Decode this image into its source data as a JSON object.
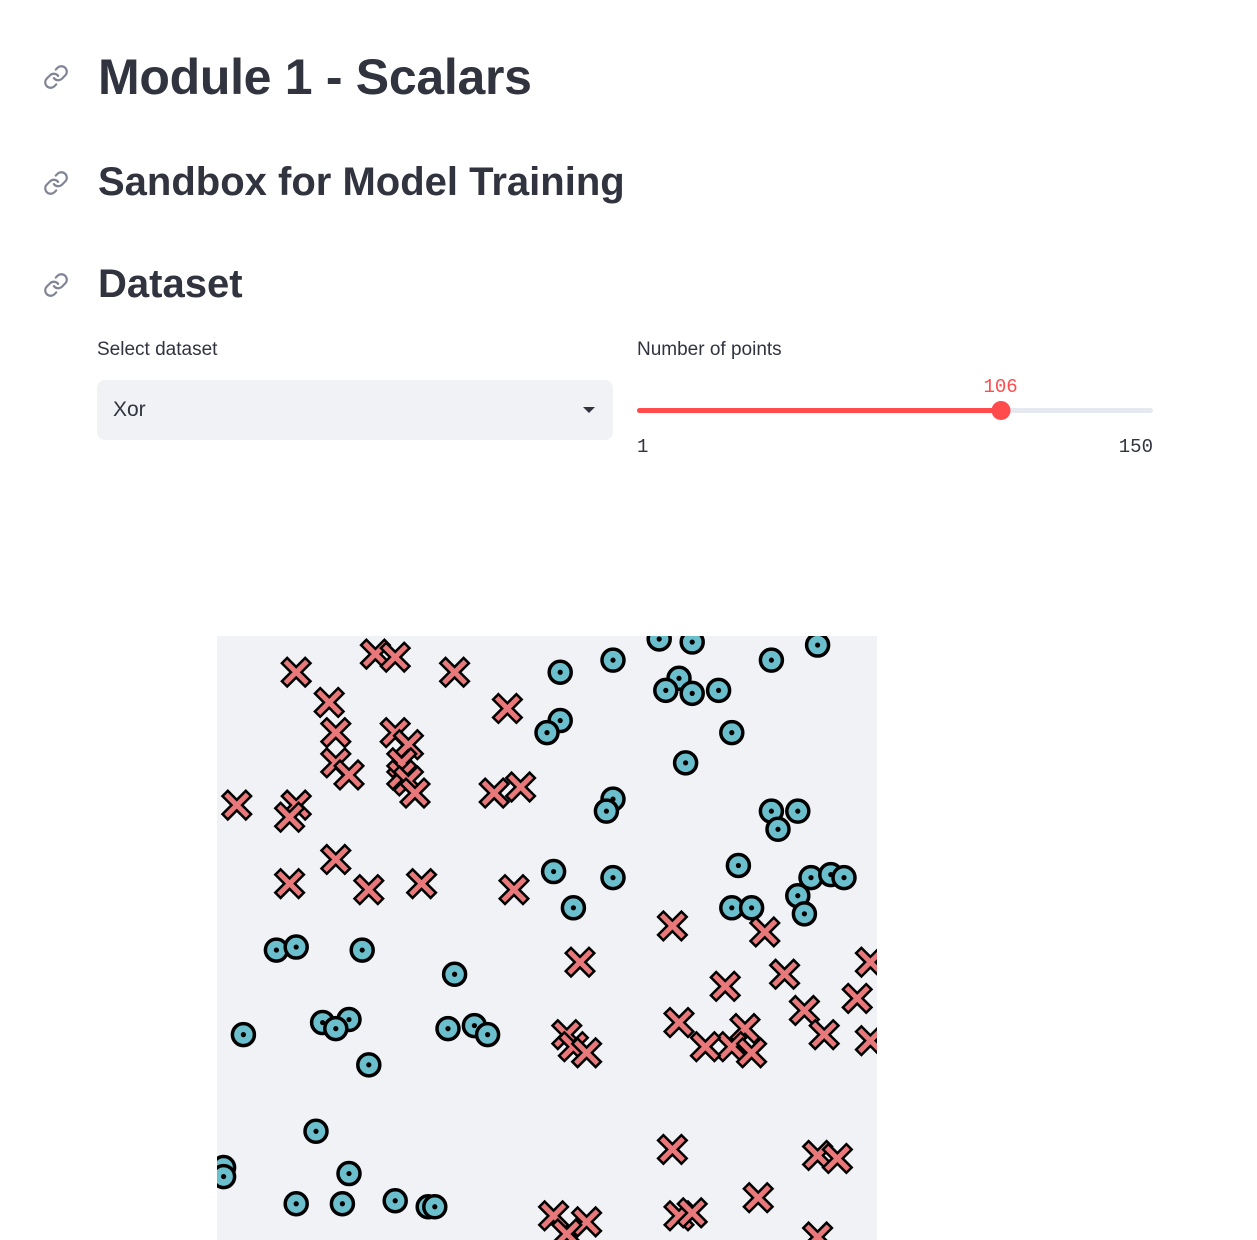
{
  "headings": {
    "module_title": "Module 1 - Scalars",
    "sandbox_title": "Sandbox for Model Training",
    "dataset_title": "Dataset"
  },
  "dataset_select": {
    "label": "Select dataset",
    "value": "Xor"
  },
  "points_slider": {
    "label": "Number of points",
    "value": "106",
    "min": "1",
    "max": "150"
  },
  "icons": {
    "heading_anchor": "link-icon",
    "dropdown": "chevron-down-icon"
  },
  "colors": {
    "text": "#31333f",
    "accent": "#ff4b4b",
    "plot_bg": "#f0f2f6",
    "class_x": "#e8787a",
    "class_o": "#6bbfcc"
  },
  "chart_data": {
    "type": "scatter",
    "xlim": [
      0,
      1
    ],
    "ylim": [
      0,
      1
    ],
    "grid": false,
    "series": [
      {
        "marker": "x",
        "color": "#e8787a",
        "points": [
          [
            0.12,
            0.94
          ],
          [
            0.24,
            0.97
          ],
          [
            0.27,
            0.965
          ],
          [
            0.36,
            0.94
          ],
          [
            0.17,
            0.89
          ],
          [
            0.44,
            0.88
          ],
          [
            0.18,
            0.84
          ],
          [
            0.27,
            0.84
          ],
          [
            0.29,
            0.82
          ],
          [
            0.18,
            0.79
          ],
          [
            0.28,
            0.79
          ],
          [
            0.28,
            0.77
          ],
          [
            0.2,
            0.77
          ],
          [
            0.29,
            0.76
          ],
          [
            0.3,
            0.74
          ],
          [
            0.42,
            0.74
          ],
          [
            0.46,
            0.75
          ],
          [
            0.03,
            0.72
          ],
          [
            0.12,
            0.72
          ],
          [
            0.11,
            0.7
          ],
          [
            0.18,
            0.63
          ],
          [
            0.11,
            0.59
          ],
          [
            0.23,
            0.58
          ],
          [
            0.31,
            0.59
          ],
          [
            0.45,
            0.58
          ],
          [
            0.69,
            0.52
          ],
          [
            0.83,
            0.51
          ],
          [
            0.55,
            0.46
          ],
          [
            0.99,
            0.46
          ],
          [
            0.86,
            0.44
          ],
          [
            0.77,
            0.42
          ],
          [
            0.97,
            0.4
          ],
          [
            0.89,
            0.38
          ],
          [
            0.7,
            0.36
          ],
          [
            0.8,
            0.35
          ],
          [
            0.53,
            0.34
          ],
          [
            0.54,
            0.32
          ],
          [
            0.56,
            0.31
          ],
          [
            0.78,
            0.32
          ],
          [
            0.74,
            0.32
          ],
          [
            0.81,
            0.31
          ],
          [
            0.92,
            0.34
          ],
          [
            0.99,
            0.33
          ],
          [
            0.69,
            0.15
          ],
          [
            0.91,
            0.14
          ],
          [
            0.94,
            0.135
          ],
          [
            0.82,
            0.07
          ],
          [
            0.51,
            0.04
          ],
          [
            0.56,
            0.03
          ],
          [
            0.7,
            0.04
          ],
          [
            0.72,
            0.045
          ],
          [
            0.53,
            0.01
          ],
          [
            0.91,
            0.005
          ]
        ]
      },
      {
        "marker": "o",
        "color": "#6bbfcc",
        "points": [
          [
            0.67,
            0.995
          ],
          [
            0.72,
            0.99
          ],
          [
            0.91,
            0.985
          ],
          [
            0.6,
            0.96
          ],
          [
            0.84,
            0.96
          ],
          [
            0.52,
            0.94
          ],
          [
            0.7,
            0.93
          ],
          [
            0.68,
            0.91
          ],
          [
            0.72,
            0.905
          ],
          [
            0.76,
            0.91
          ],
          [
            0.52,
            0.86
          ],
          [
            0.5,
            0.84
          ],
          [
            0.78,
            0.84
          ],
          [
            0.71,
            0.79
          ],
          [
            0.6,
            0.73
          ],
          [
            0.59,
            0.71
          ],
          [
            0.84,
            0.71
          ],
          [
            0.88,
            0.71
          ],
          [
            0.85,
            0.68
          ],
          [
            0.79,
            0.62
          ],
          [
            0.51,
            0.61
          ],
          [
            0.6,
            0.6
          ],
          [
            0.9,
            0.6
          ],
          [
            0.93,
            0.605
          ],
          [
            0.95,
            0.6
          ],
          [
            0.88,
            0.57
          ],
          [
            0.54,
            0.55
          ],
          [
            0.78,
            0.55
          ],
          [
            0.81,
            0.55
          ],
          [
            0.89,
            0.54
          ],
          [
            0.09,
            0.48
          ],
          [
            0.12,
            0.485
          ],
          [
            0.22,
            0.48
          ],
          [
            0.36,
            0.44
          ],
          [
            0.16,
            0.36
          ],
          [
            0.2,
            0.365
          ],
          [
            0.18,
            0.35
          ],
          [
            0.35,
            0.35
          ],
          [
            0.39,
            0.355
          ],
          [
            0.04,
            0.34
          ],
          [
            0.41,
            0.34
          ],
          [
            0.23,
            0.29
          ],
          [
            0.15,
            0.18
          ],
          [
            0.01,
            0.12
          ],
          [
            0.01,
            0.105
          ],
          [
            0.2,
            0.11
          ],
          [
            0.12,
            0.06
          ],
          [
            0.19,
            0.06
          ],
          [
            0.27,
            0.065
          ],
          [
            0.32,
            0.055
          ],
          [
            0.33,
            0.055
          ]
        ]
      }
    ]
  }
}
